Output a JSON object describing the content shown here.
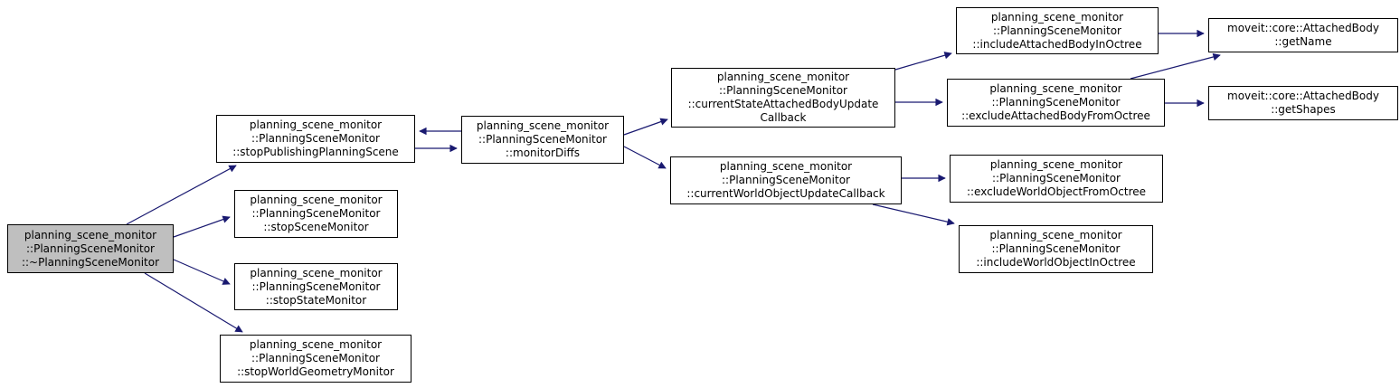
{
  "diagram": {
    "type": "doxygen-call-graph",
    "colors": {
      "edge": "#191970",
      "border": "#000000",
      "node_fill": "#ffffff",
      "highlight_fill": "#bfbfbf",
      "text": "#000000",
      "background": "#ffffff"
    },
    "nodes": [
      {
        "id": "destructor",
        "highlighted": true,
        "lines": [
          "planning_scene_monitor",
          "::PlanningSceneMonitor",
          "::~PlanningSceneMonitor"
        ]
      },
      {
        "id": "stop-publishing-planning-scene",
        "lines": [
          "planning_scene_monitor",
          "::PlanningSceneMonitor",
          "::stopPublishingPlanningScene"
        ]
      },
      {
        "id": "stop-scene-monitor",
        "lines": [
          "planning_scene_monitor",
          "::PlanningSceneMonitor",
          "::stopSceneMonitor"
        ]
      },
      {
        "id": "stop-state-monitor",
        "lines": [
          "planning_scene_monitor",
          "::PlanningSceneMonitor",
          "::stopStateMonitor"
        ]
      },
      {
        "id": "stop-world-geometry-monitor",
        "lines": [
          "planning_scene_monitor",
          "::PlanningSceneMonitor",
          "::stopWorldGeometryMonitor"
        ]
      },
      {
        "id": "monitor-diffs",
        "lines": [
          "planning_scene_monitor",
          "::PlanningSceneMonitor",
          "::monitorDiffs"
        ]
      },
      {
        "id": "current-state-attached-body-update-callback",
        "lines": [
          "planning_scene_monitor",
          "::PlanningSceneMonitor",
          "::currentStateAttachedBodyUpdate",
          "Callback"
        ]
      },
      {
        "id": "current-world-object-update-callback",
        "lines": [
          "planning_scene_monitor",
          "::PlanningSceneMonitor",
          "::currentWorldObjectUpdateCallback"
        ]
      },
      {
        "id": "include-attached-body-in-octree",
        "lines": [
          "planning_scene_monitor",
          "::PlanningSceneMonitor",
          "::includeAttachedBodyInOctree"
        ]
      },
      {
        "id": "exclude-attached-body-from-octree",
        "lines": [
          "planning_scene_monitor",
          "::PlanningSceneMonitor",
          "::excludeAttachedBodyFromOctree"
        ]
      },
      {
        "id": "get-name",
        "lines": [
          "moveit::core::AttachedBody",
          "::getName"
        ]
      },
      {
        "id": "get-shapes",
        "lines": [
          "moveit::core::AttachedBody",
          "::getShapes"
        ]
      },
      {
        "id": "exclude-world-object-from-octree",
        "lines": [
          "planning_scene_monitor",
          "::PlanningSceneMonitor",
          "::excludeWorldObjectFromOctree"
        ]
      },
      {
        "id": "include-world-object-in-octree",
        "lines": [
          "planning_scene_monitor",
          "::PlanningSceneMonitor",
          "::includeWorldObjectInOctree"
        ]
      }
    ],
    "edges": [
      {
        "from": "destructor",
        "to": "stop-publishing-planning-scene"
      },
      {
        "from": "destructor",
        "to": "stop-scene-monitor"
      },
      {
        "from": "destructor",
        "to": "stop-state-monitor"
      },
      {
        "from": "destructor",
        "to": "stop-world-geometry-monitor"
      },
      {
        "from": "monitor-diffs",
        "to": "stop-publishing-planning-scene"
      },
      {
        "from": "stop-publishing-planning-scene",
        "to": "monitor-diffs"
      },
      {
        "from": "monitor-diffs",
        "to": "current-state-attached-body-update-callback"
      },
      {
        "from": "monitor-diffs",
        "to": "current-world-object-update-callback"
      },
      {
        "from": "current-state-attached-body-update-callback",
        "to": "include-attached-body-in-octree"
      },
      {
        "from": "current-state-attached-body-update-callback",
        "to": "exclude-attached-body-from-octree"
      },
      {
        "from": "include-attached-body-in-octree",
        "to": "get-name"
      },
      {
        "from": "exclude-attached-body-from-octree",
        "to": "get-name"
      },
      {
        "from": "exclude-attached-body-from-octree",
        "to": "get-shapes"
      },
      {
        "from": "current-world-object-update-callback",
        "to": "exclude-world-object-from-octree"
      },
      {
        "from": "current-world-object-update-callback",
        "to": "include-world-object-in-octree"
      }
    ]
  }
}
